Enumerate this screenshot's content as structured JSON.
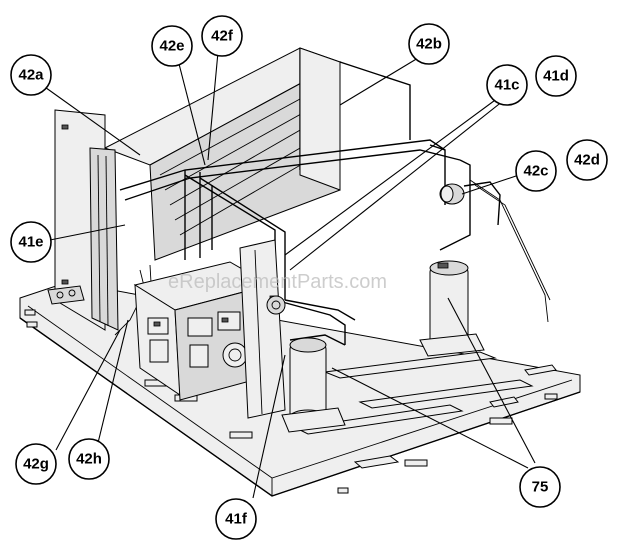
{
  "watermark": "eReplacementParts.com",
  "callouts": [
    {
      "id": "42a",
      "label": "42a"
    },
    {
      "id": "42e",
      "label": "42e"
    },
    {
      "id": "42f",
      "label": "42f"
    },
    {
      "id": "42b",
      "label": "42b"
    },
    {
      "id": "41c",
      "label": "41c"
    },
    {
      "id": "41d",
      "label": "41d"
    },
    {
      "id": "42c",
      "label": "42c"
    },
    {
      "id": "42d",
      "label": "42d"
    },
    {
      "id": "41e",
      "label": "41e"
    },
    {
      "id": "42g",
      "label": "42g"
    },
    {
      "id": "42h",
      "label": "42h"
    },
    {
      "id": "41f",
      "label": "41f"
    },
    {
      "id": "75",
      "label": "75"
    }
  ]
}
